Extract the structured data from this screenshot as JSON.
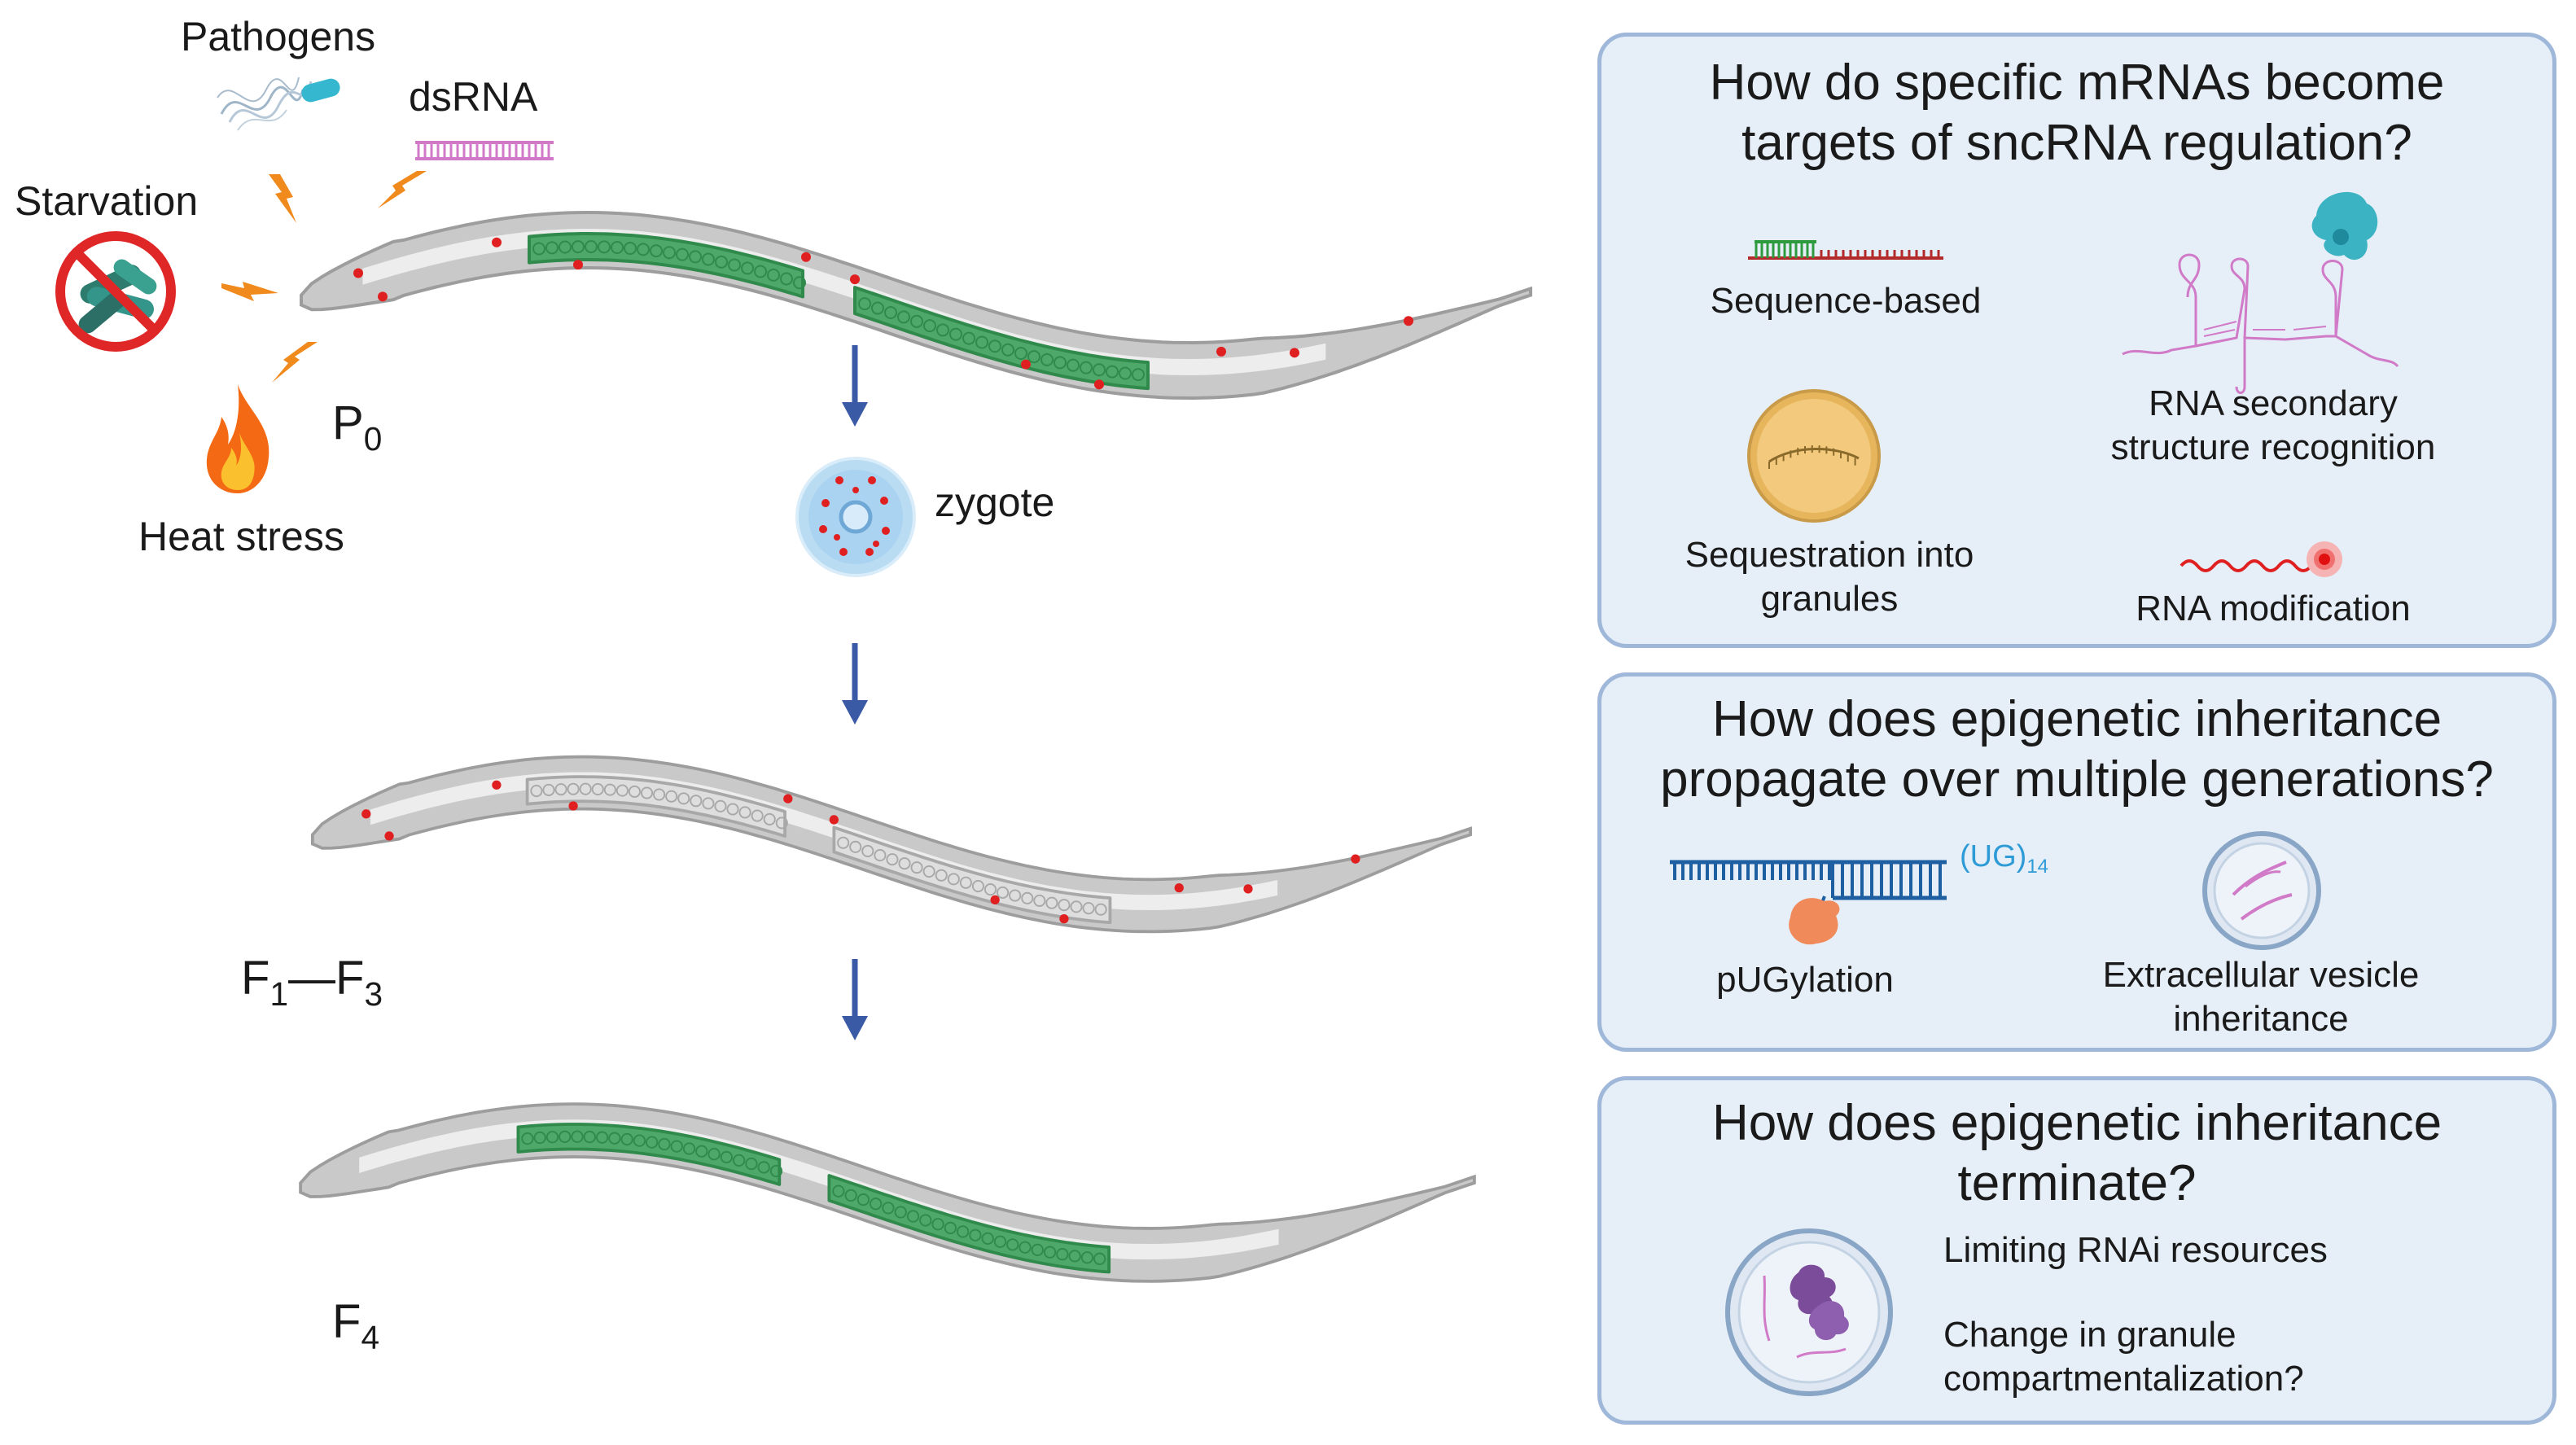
{
  "left": {
    "stressors": {
      "pathogens": "Pathogens",
      "dsrna": "dsRNA",
      "starvation": "Starvation",
      "heat": "Heat stress"
    },
    "generations": {
      "p0": {
        "main": "P",
        "sub": "0"
      },
      "f1": {
        "main": "F",
        "sub": "1"
      },
      "dash": "—",
      "f3": {
        "main": "F",
        "sub": "3"
      },
      "f4": {
        "main": "F",
        "sub": "4"
      }
    },
    "zygote": "zygote"
  },
  "panels": [
    {
      "title_line1": "How do specific mRNAs become",
      "title_line2": "targets of sncRNA regulation?",
      "items": {
        "sequence": "Sequence-based",
        "secondary_line1": "RNA secondary",
        "secondary_line2": "structure recognition",
        "granules_line1": "Sequestration into",
        "granules_line2": "granules",
        "modification": "RNA modification"
      }
    },
    {
      "title_line1": "How does epigenetic inheritance",
      "title_line2": "propagate over multiple generations?",
      "items": {
        "pug_tag": "(UG)",
        "pug_sub": "14",
        "pugylation": "pUGylation",
        "vesicle_line1": "Extracellular vesicle",
        "vesicle_line2": "inheritance"
      }
    },
    {
      "title_line1": "How does epigenetic inheritance",
      "title_line2": "terminate?",
      "items": {
        "limiting": "Limiting RNAi resources",
        "change_line1": "Change in granule",
        "change_line2": "compartmentalization?"
      }
    }
  ],
  "colors": {
    "panel_bg": "#e6eff8",
    "panel_border": "#9fb8d9",
    "arrow": "#3b5aa6",
    "germline_green": "#3a9a57",
    "germline_gray": "#cfcfcf",
    "red_dot": "#e02020",
    "lightning": "#f08a1c"
  },
  "icons": [
    "pathogen-icon",
    "dsrna-icon",
    "starvation-icon",
    "lightning-icon",
    "flame-icon",
    "zygote-icon",
    "worm-icon",
    "rna-duplex-icon",
    "rna-hairpin-icon",
    "granule-icon",
    "modified-rna-icon",
    "pug-rna-icon",
    "vesicle-icon",
    "granule-proteins-icon"
  ]
}
